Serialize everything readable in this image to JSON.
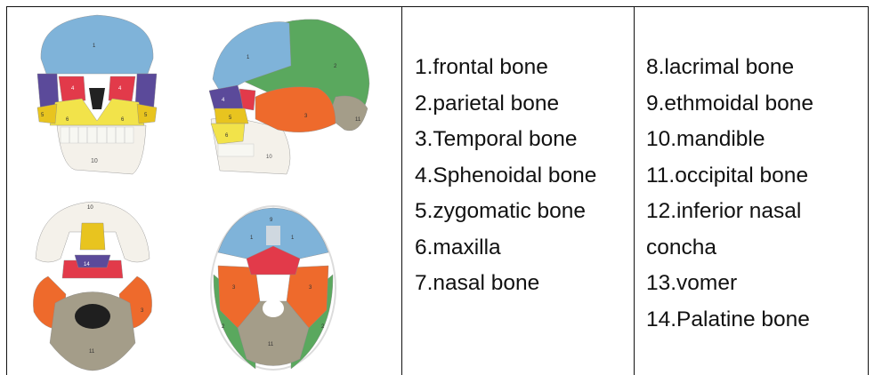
{
  "legend": {
    "column_1": [
      "1.frontal bone",
      "2.parietal bone",
      "3.Temporal bone",
      "4.Sphenoidal bone",
      "5.zygomatic bone",
      "6.maxilla",
      "7.nasal bone"
    ],
    "column_2": [
      "8.lacrimal bone",
      "9.ethmoidal bone",
      "10.mandible",
      "11.occipital bone",
      "12.inferior nasal concha",
      "13.vomer",
      "14.Palatine bone"
    ]
  },
  "images": {
    "front_view": {
      "icon": "skull-front-view-icon",
      "labels": [
        "1",
        "4",
        "4",
        "5",
        "5",
        "6",
        "6",
        "10"
      ]
    },
    "side_view": {
      "icon": "skull-side-view-icon",
      "labels": [
        "1",
        "2",
        "4",
        "5",
        "3",
        "6",
        "10",
        "11"
      ]
    },
    "inferior_view": {
      "icon": "skull-inferior-view-icon",
      "labels": [
        "10",
        "14",
        "3",
        "11"
      ]
    },
    "cranial_base_view": {
      "icon": "skull-cranial-base-icon",
      "labels": [
        "9",
        "1",
        "1",
        "3",
        "3",
        "2",
        "2",
        "11"
      ]
    }
  },
  "colors": {
    "frontal": "#7fb3d9",
    "parietal": "#5aa85e",
    "temporal": "#ee6a2c",
    "sphenoidal": "#5b4a9a",
    "zygomatic": "#e8c41f",
    "maxilla": "#f2e34a",
    "mandible": "#f4f1ea",
    "occipital": "#a49d89",
    "ethmoid": "#e23a4a",
    "border": "#111111"
  }
}
